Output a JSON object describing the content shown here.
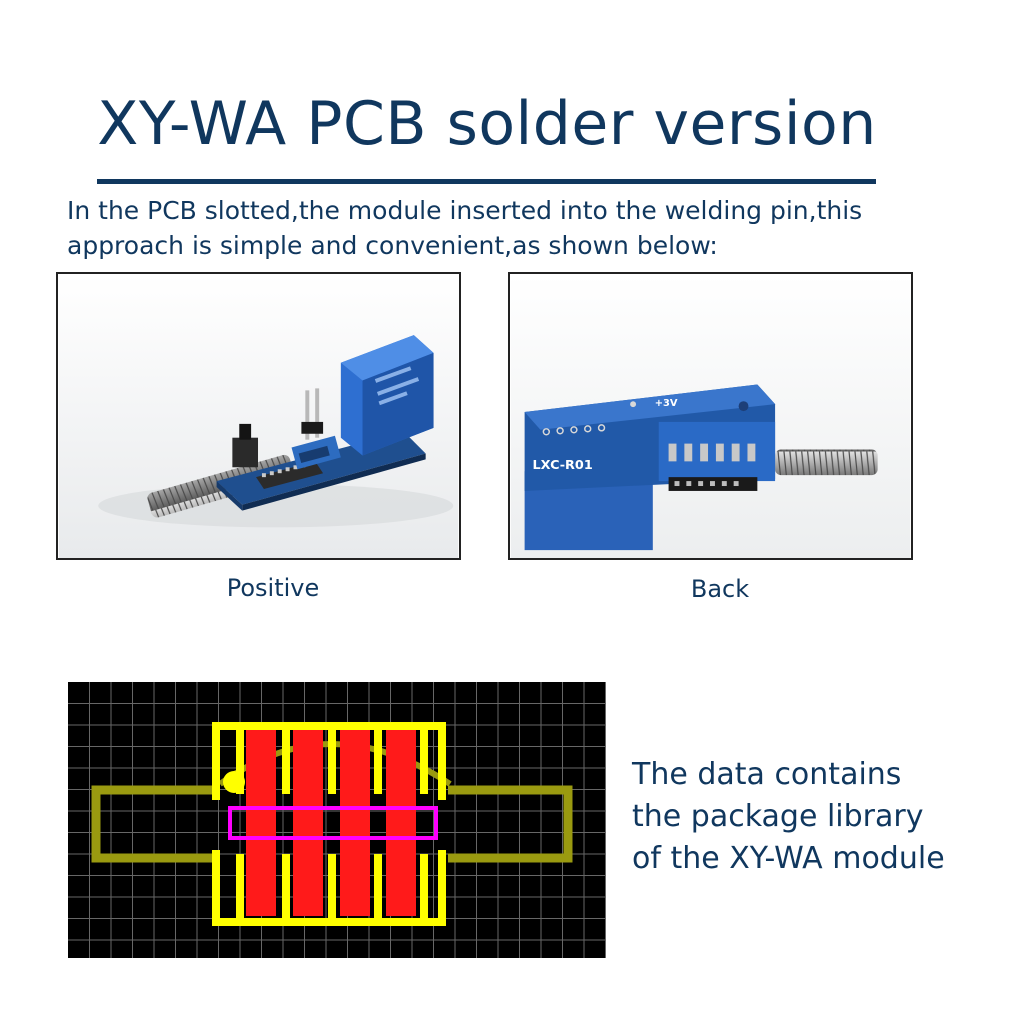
{
  "header": {
    "title": "XY-WA PCB solder version"
  },
  "intro": {
    "line1": "In the PCB slotted,the module inserted into the welding pin,this",
    "line2": "approach is simple and convenient,as shown below:"
  },
  "photos": {
    "positive_caption": "Positive",
    "back_caption": "Back",
    "board_label": "LXC-R01",
    "pin_label": "+3V"
  },
  "description": {
    "line1": "The data contains",
    "line2": "the package library",
    "line3": "of the XY-WA module"
  },
  "colors": {
    "text": "#10375e",
    "pcb_background": "#000000",
    "grid": "#888888",
    "pad_outline": "#ffff00",
    "pads": "#ff1a1a",
    "silkscreen": "#9a9a10",
    "component_outline": "#ff00ff"
  }
}
